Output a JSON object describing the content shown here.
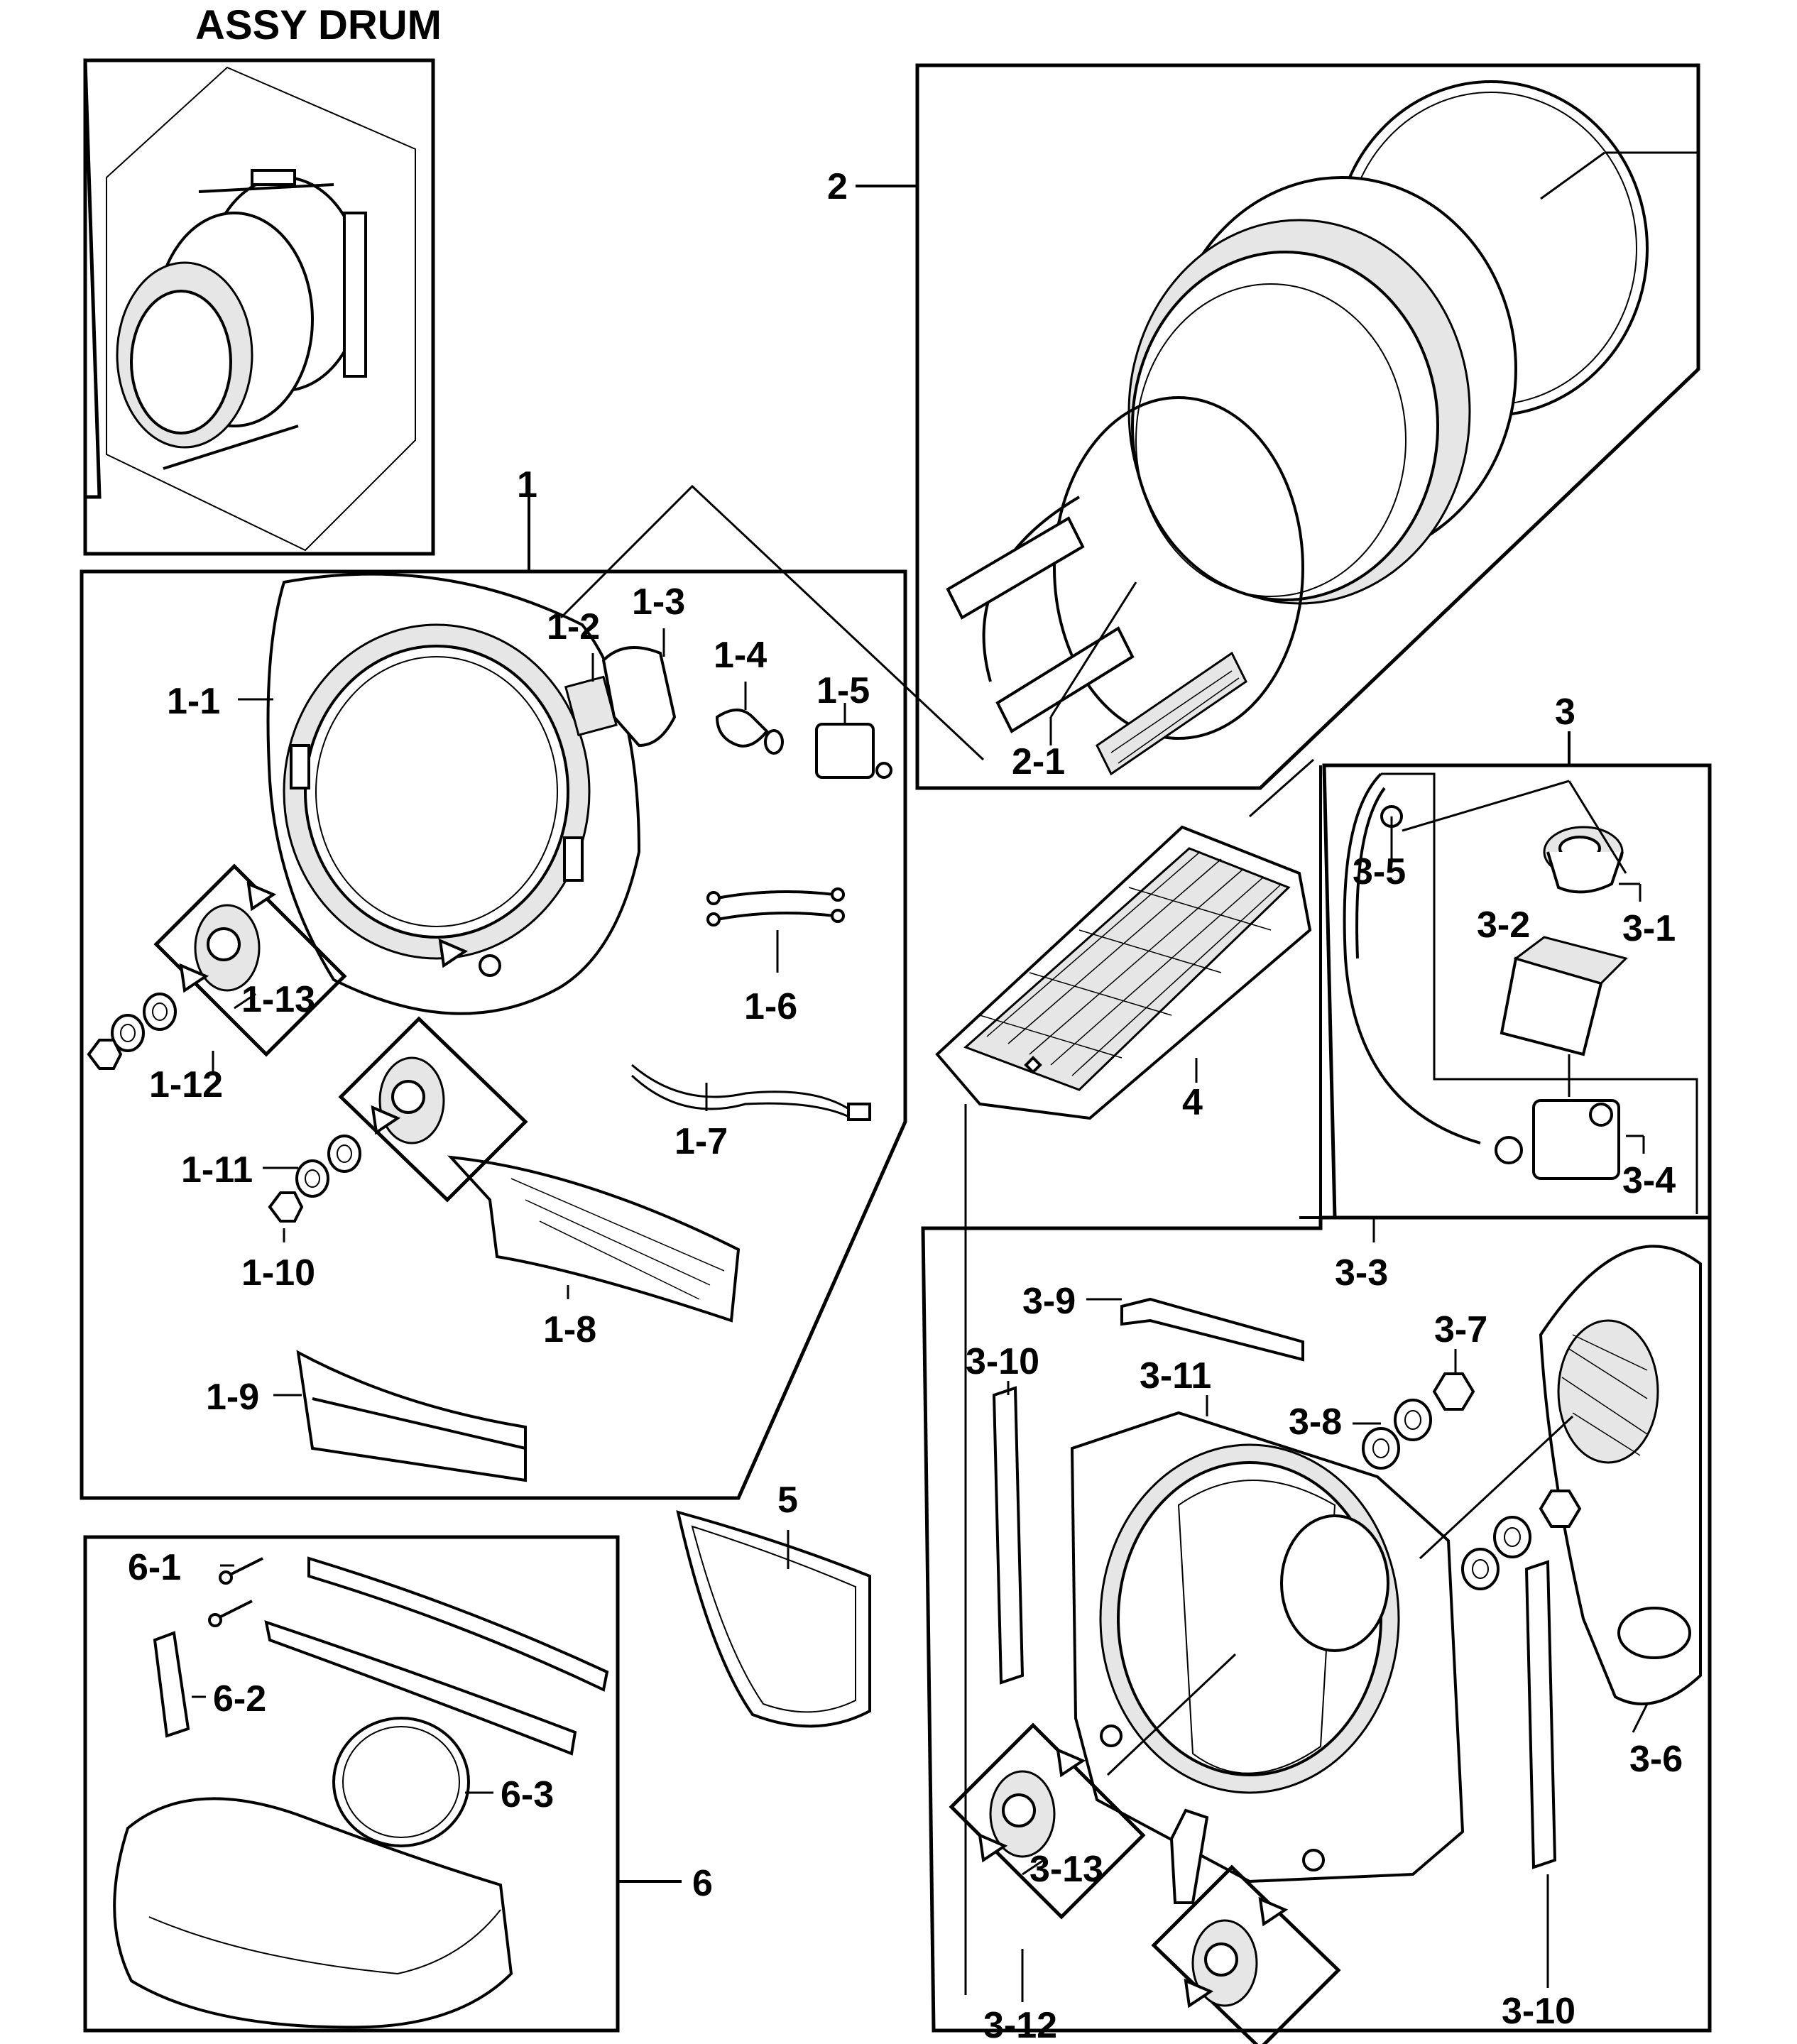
{
  "title": "ASSY DRUM",
  "labels": {
    "p1": "1",
    "p1_1": "1-1",
    "p1_2": "1-2",
    "p1_3": "1-3",
    "p1_4": "1-4",
    "p1_5": "1-5",
    "p1_6": "1-6",
    "p1_7": "1-7",
    "p1_8": "1-8",
    "p1_9": "1-9",
    "p1_10": "1-10",
    "p1_11": "1-11",
    "p1_12": "1-12",
    "p1_13": "1-13",
    "p2": "2",
    "p2_1": "2-1",
    "p3": "3",
    "p3_1": "3-1",
    "p3_2": "3-2",
    "p3_3": "3-3",
    "p3_4": "3-4",
    "p3_5": "3-5",
    "p3_6": "3-6",
    "p3_7": "3-7",
    "p3_8": "3-8",
    "p3_9": "3-9",
    "p3_10a": "3-10",
    "p3_10b": "3-10",
    "p3_11": "3-11",
    "p3_12": "3-12",
    "p3_13": "3-13",
    "p4": "4",
    "p5": "5",
    "p6": "6",
    "p6_1": "6-1",
    "p6_2": "6-2",
    "p6_3": "6-3"
  }
}
